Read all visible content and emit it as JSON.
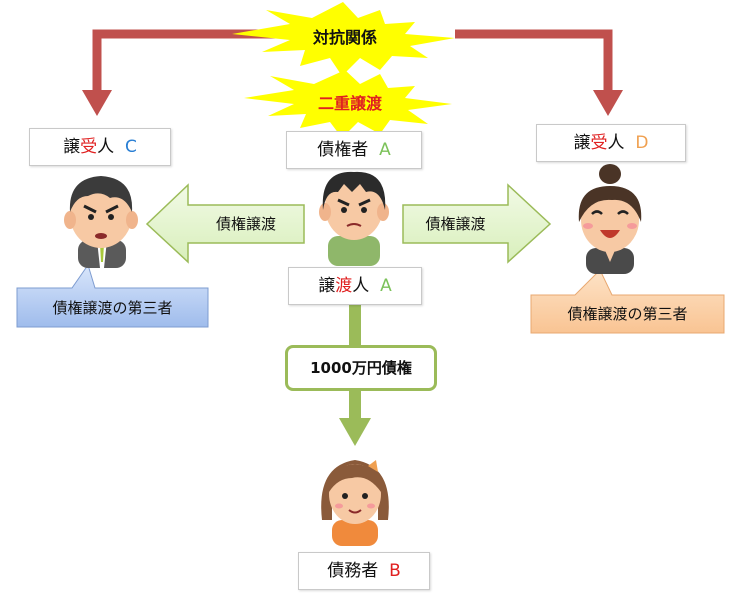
{
  "conflict_label": "対抗関係",
  "double_transfer_label": "二重譲渡",
  "creditor": {
    "prefix": "債権者",
    "letter": "A",
    "letter_color": "#7cc25a"
  },
  "transferor": {
    "pre": "譲",
    "mid": "渡",
    "post": "人",
    "letter": "A",
    "mid_color": "#e02020",
    "letter_color": "#7cc25a"
  },
  "transferee_c": {
    "pre": "譲",
    "mid": "受",
    "post": "人",
    "letter": "C",
    "mid_color": "#e02020",
    "letter_color": "#2a7fd4"
  },
  "transferee_d": {
    "pre": "譲",
    "mid": "受",
    "post": "人",
    "letter": "D",
    "mid_color": "#e02020",
    "letter_color": "#f0a050"
  },
  "arrow_left_label": "債権譲渡",
  "arrow_right_label": "債権譲渡",
  "amount_label": "1000万円債権",
  "third_party_left": "債権譲渡の第三者",
  "third_party_right": "債権譲渡の第三者",
  "debtor": {
    "prefix": "債務者",
    "letter": "B",
    "letter_color": "#e02020"
  },
  "colors": {
    "red_arrow": "#c0504d",
    "burst": "#ffff00",
    "green_arrow_fill": "#e9f6d4",
    "green_arrow_stroke": "#9bbb59",
    "callout_blue": "#a9c4f0",
    "callout_orange": "#fbd1a8"
  },
  "icons": [
    "man-angry-icon",
    "man-center-icon",
    "woman-smile-icon",
    "girl-icon"
  ]
}
